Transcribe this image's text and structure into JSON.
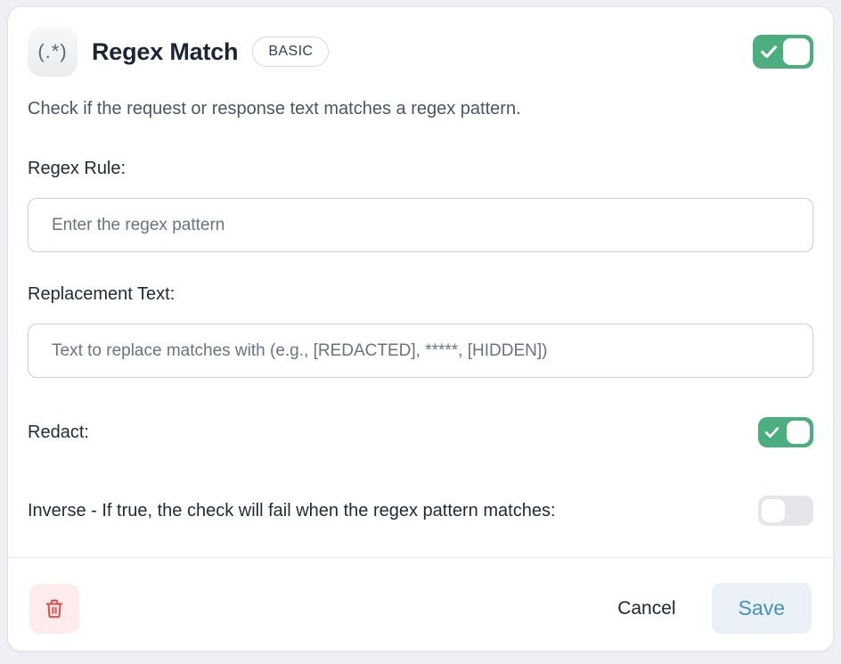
{
  "header": {
    "icon_glyph": "(.*)",
    "title": "Regex Match",
    "badge": "BASIC",
    "enabled_toggle_state": "on"
  },
  "description": "Check if the request or response text matches a regex pattern.",
  "form": {
    "regex_rule": {
      "label": "Regex Rule:",
      "placeholder": "Enter the regex pattern",
      "value": ""
    },
    "replacement_text": {
      "label": "Replacement Text:",
      "placeholder": "Text to replace matches with (e.g., [REDACTED], *****, [HIDDEN])",
      "value": ""
    },
    "redact": {
      "label": "Redact:",
      "toggle_state": "on"
    },
    "inverse": {
      "label": "Inverse - If true, the check will fail when the regex pattern matches:",
      "toggle_state": "off"
    }
  },
  "footer": {
    "delete_icon": "trash-icon",
    "cancel_label": "Cancel",
    "save_label": "Save"
  },
  "colors": {
    "toggle_on": "#4cae7e",
    "toggle_off": "#e4e6ea",
    "save_text": "#4b90b5",
    "save_bg": "#e9f1f6",
    "delete_bg": "#fdeceb",
    "delete_icon_color": "#d9534f",
    "title_text": "#1c2534",
    "card_border": "#dfe2e8"
  }
}
